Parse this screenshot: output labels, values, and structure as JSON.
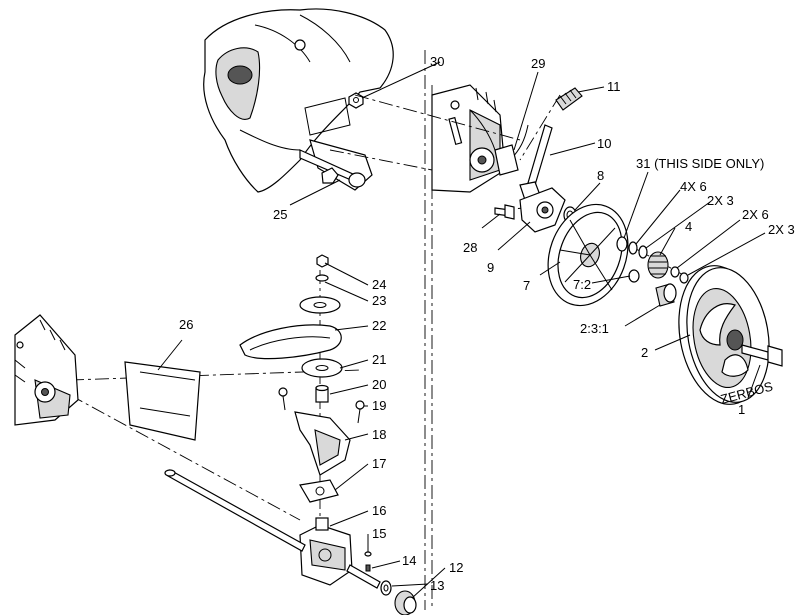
{
  "callouts": [
    {
      "id": "1",
      "text": "1"
    },
    {
      "id": "2",
      "text": "2"
    },
    {
      "id": "2_3_1",
      "text": "2:3:1"
    },
    {
      "id": "2x3_a",
      "text": "2X 3"
    },
    {
      "id": "2x6",
      "text": "2X 6"
    },
    {
      "id": "2x3_b",
      "text": "2X 3"
    },
    {
      "id": "4",
      "text": "4"
    },
    {
      "id": "4x6",
      "text": "4X 6"
    },
    {
      "id": "31",
      "text": "31 (THIS SIDE ONLY)"
    },
    {
      "id": "7_2",
      "text": "7:2"
    },
    {
      "id": "7",
      "text": "7"
    },
    {
      "id": "8",
      "text": "8"
    },
    {
      "id": "9",
      "text": "9"
    },
    {
      "id": "10",
      "text": "10"
    },
    {
      "id": "11",
      "text": "11"
    },
    {
      "id": "12",
      "text": "12"
    },
    {
      "id": "13",
      "text": "13"
    },
    {
      "id": "14",
      "text": "14"
    },
    {
      "id": "15",
      "text": "15"
    },
    {
      "id": "16",
      "text": "16"
    },
    {
      "id": "17",
      "text": "17"
    },
    {
      "id": "18",
      "text": "18"
    },
    {
      "id": "19",
      "text": "19"
    },
    {
      "id": "20",
      "text": "20"
    },
    {
      "id": "21",
      "text": "21"
    },
    {
      "id": "22",
      "text": "22"
    },
    {
      "id": "23",
      "text": "23"
    },
    {
      "id": "24",
      "text": "24"
    },
    {
      "id": "25",
      "text": "25"
    },
    {
      "id": "26",
      "text": "26"
    },
    {
      "id": "28",
      "text": "28"
    },
    {
      "id": "29",
      "text": "29"
    },
    {
      "id": "30",
      "text": "30"
    }
  ],
  "wheel_tread_text": "ZERBOS"
}
